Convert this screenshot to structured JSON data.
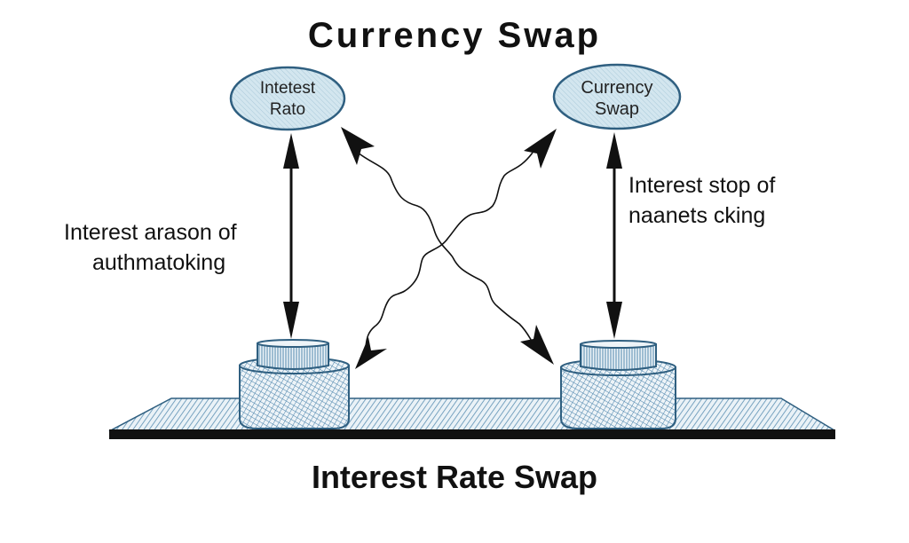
{
  "diagram": {
    "title": "Currency Swap",
    "footer_title": "Interest Rate Swap",
    "nodes": [
      {
        "id": "left",
        "line1": "Intetest",
        "line2": "Rato"
      },
      {
        "id": "right",
        "line1": "Currency",
        "line2": "Swap"
      }
    ],
    "side_labels": {
      "left": {
        "line1": "Interest arason of",
        "line2": "authmatoking"
      },
      "right": {
        "line1": "Interest stop of",
        "line2": "naanets cking"
      }
    },
    "colors": {
      "ellipse_fill": "#cfe3ec",
      "ellipse_stroke": "#2f5f80",
      "hatch": "#5b8fb2",
      "platform_edge": "#111111",
      "text": "#111111",
      "arrow": "#111111"
    }
  }
}
